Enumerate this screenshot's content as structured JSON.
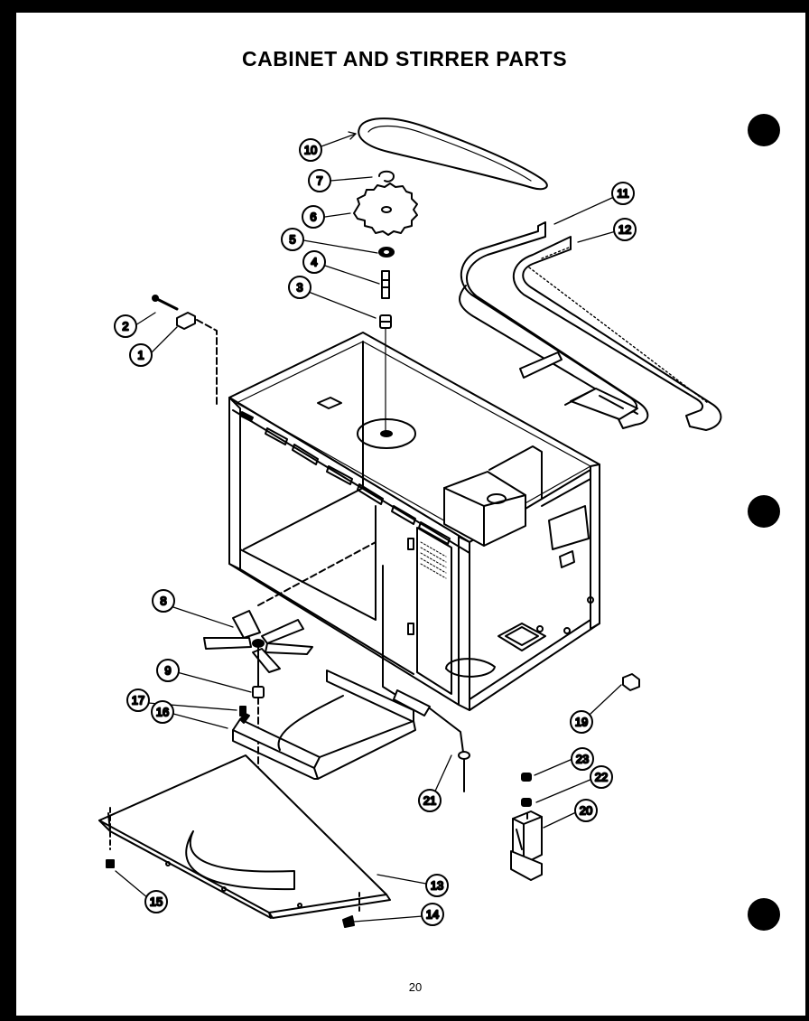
{
  "title": "CABINET AND STIRRER PARTS",
  "page_number": "20",
  "callouts": [
    {
      "id": "1",
      "label": "1",
      "part": "bracket"
    },
    {
      "id": "2",
      "label": "2",
      "part": "screw"
    },
    {
      "id": "3",
      "label": "3",
      "part": "bushing"
    },
    {
      "id": "4",
      "label": "4",
      "part": "stirrer-shaft"
    },
    {
      "id": "5",
      "label": "5",
      "part": "washer"
    },
    {
      "id": "6",
      "label": "6",
      "part": "stirrer-gear"
    },
    {
      "id": "7",
      "label": "7",
      "part": "retaining-clip"
    },
    {
      "id": "8",
      "label": "8",
      "part": "fan-blade"
    },
    {
      "id": "9",
      "label": "9",
      "part": "hub"
    },
    {
      "id": "10",
      "label": "10",
      "part": "drive-belt"
    },
    {
      "id": "11",
      "label": "11",
      "part": "frame-rail"
    },
    {
      "id": "12",
      "label": "12",
      "part": "gasket-strip"
    },
    {
      "id": "13",
      "label": "13",
      "part": "bottom-plate"
    },
    {
      "id": "14",
      "label": "14",
      "part": "screw"
    },
    {
      "id": "15",
      "label": "15",
      "part": "screw"
    },
    {
      "id": "16",
      "label": "16",
      "part": "bracket"
    },
    {
      "id": "17",
      "label": "17",
      "part": "screw"
    },
    {
      "id": "19",
      "label": "19",
      "part": "cap"
    },
    {
      "id": "20",
      "label": "20",
      "part": "switch-assembly"
    },
    {
      "id": "21",
      "label": "21",
      "part": "sensor-probe"
    },
    {
      "id": "22",
      "label": "22",
      "part": "nut"
    },
    {
      "id": "23",
      "label": "23",
      "part": "cap"
    }
  ]
}
